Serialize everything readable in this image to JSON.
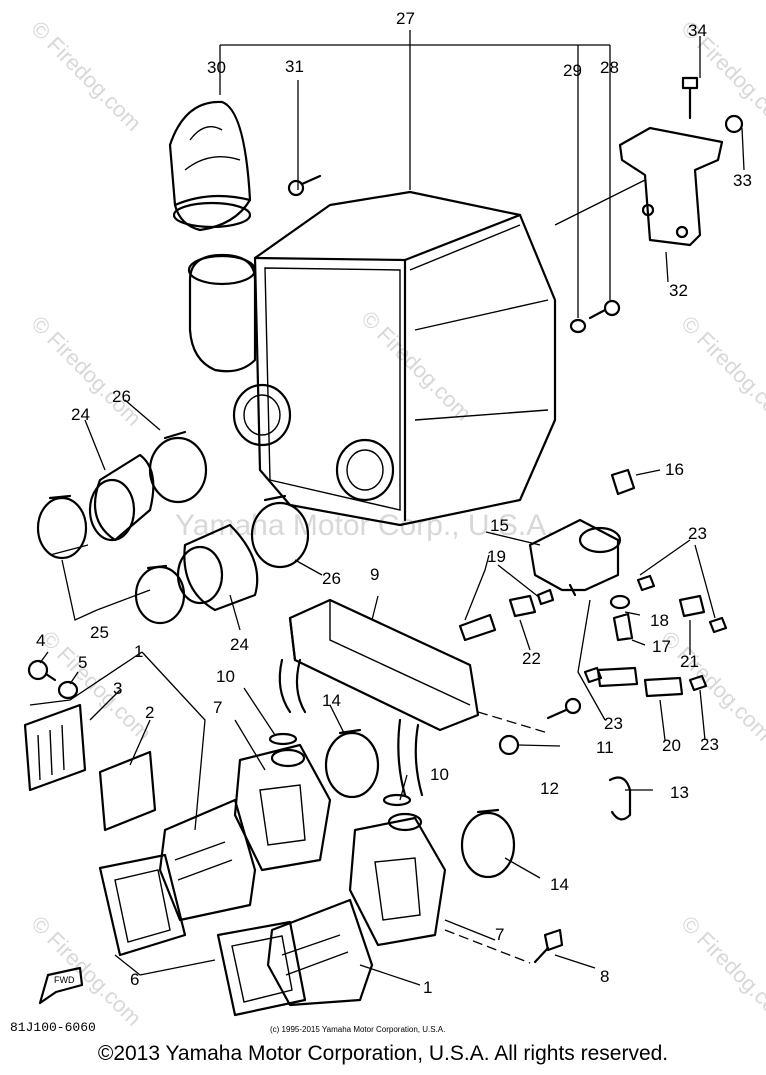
{
  "callouts": [
    "1",
    "2",
    "3",
    "4",
    "5",
    "6",
    "7",
    "8",
    "9",
    "10",
    "11",
    "12",
    "13",
    "14",
    "15",
    "16",
    "17",
    "18",
    "19",
    "20",
    "21",
    "22",
    "23",
    "24",
    "25",
    "26",
    "27",
    "28",
    "29",
    "30",
    "31",
    "32",
    "33",
    "34"
  ],
  "diagram_code": "81J100-6060",
  "fwd_label": "FWD",
  "watermark_site": "© Firedog.com",
  "watermark_center": "Yamaha Motor Corp., U.S.A.",
  "small_copyright": "(c) 1995-2015 Yamaha Motor Corporation, U.S.A.",
  "copyright": "©2013 Yamaha Motor Corporation, U.S.A. All rights reserved."
}
